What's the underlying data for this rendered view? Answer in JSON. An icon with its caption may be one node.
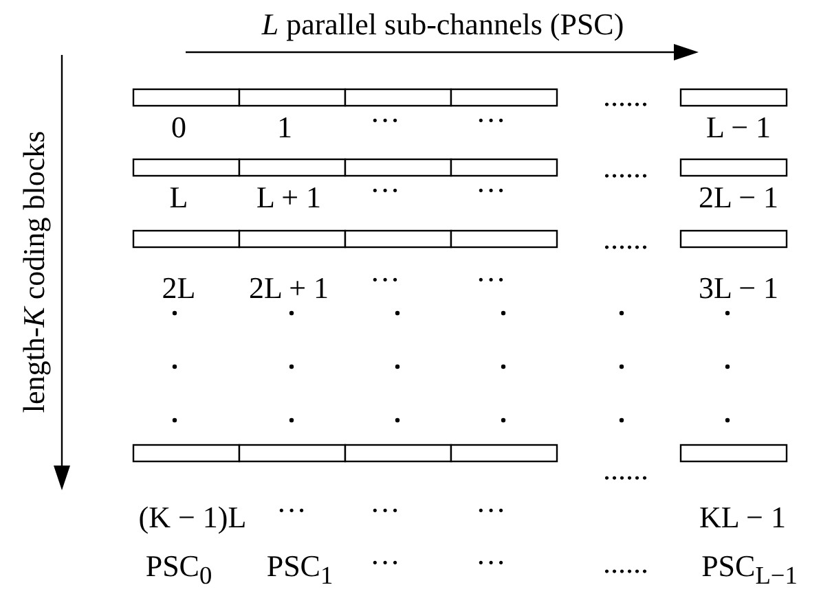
{
  "diagram": {
    "labels": [
      "*L* parallel sub-channels (PSC)",
      "length-*K* coding blocks",
      "......",
      "0",
      "1",
      "···",
      "···",
      "L − 1",
      "......",
      "L",
      "L + 1",
      "···",
      "···",
      "2L − 1",
      "......",
      "2L",
      "2L + 1",
      "···",
      "···",
      "3L − 1",
      "......",
      "(K − 1)L",
      "···",
      "···",
      "···",
      "KL − 1",
      "PSC$_{0}$",
      "PSC$_{1}$",
      "···",
      "···",
      "......",
      "PSC$_{L−1}$"
    ]
  }
}
